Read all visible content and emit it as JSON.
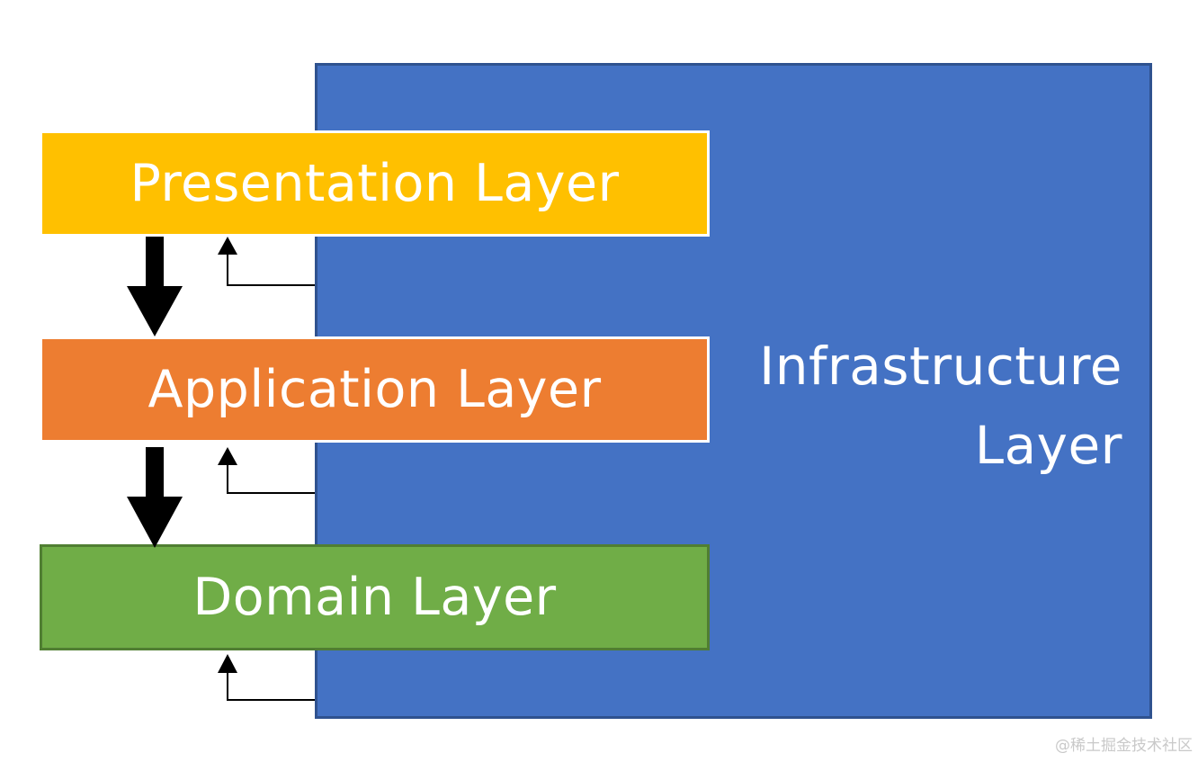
{
  "diagram": {
    "layers": {
      "presentation": "Presentation Layer",
      "application": "Application Layer",
      "domain": "Domain Layer",
      "infrastructure_line1": "Infrastructure",
      "infrastructure_line2": "Layer"
    },
    "colors": {
      "presentation": "#ffc000",
      "application": "#ed7d31",
      "domain": "#70ad47",
      "infrastructure": "#4472c4",
      "arrow": "#000000"
    }
  },
  "watermark": "@稀土掘金技术社区"
}
